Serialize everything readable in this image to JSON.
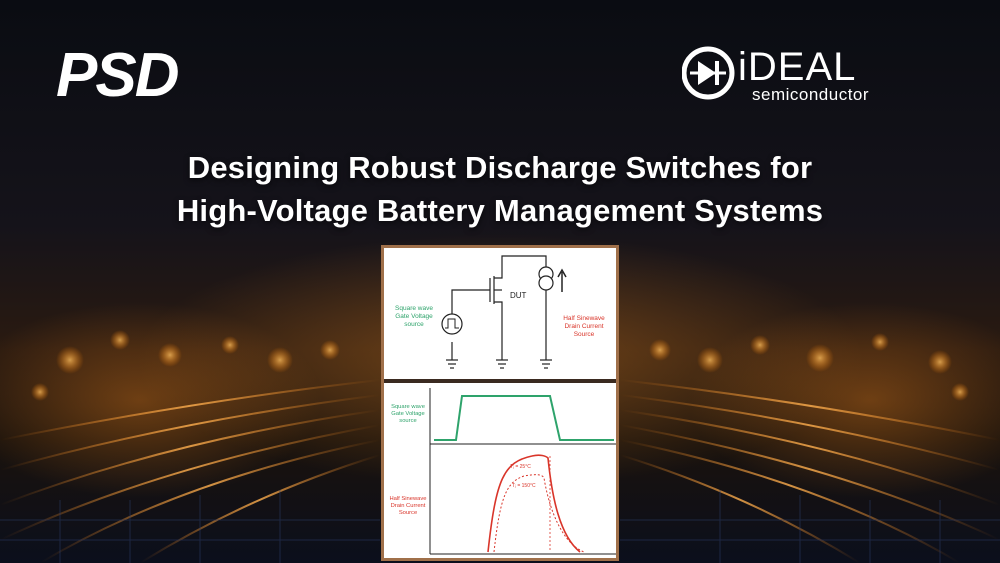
{
  "brand": {
    "left_logo": "PSD",
    "right_logo_main": "iDEAL",
    "right_logo_sub": "semiconductor"
  },
  "headline": {
    "line1": "Designing Robust Discharge Switches for",
    "line2": "High-Voltage Battery Management Systems"
  },
  "figure": {
    "circuit": {
      "gate_label_lines": [
        "Square wave",
        "Gate Voltage",
        "source"
      ],
      "dut_label": "DUT",
      "drain_label_lines": [
        "Half Sinewave",
        "Drain Current",
        "Source"
      ]
    },
    "waveforms": {
      "gate_label_lines": [
        "Square wave",
        "Gate Voltage",
        "source"
      ],
      "drain_label_lines": [
        "Half Sinewave",
        "Drain Current",
        "Source"
      ],
      "temp_label_1": "Tⱼ = 25°C",
      "temp_label_2": "Tⱼ = 150°C"
    }
  },
  "colors": {
    "accent_orange": "#ff9a2a",
    "gate_trace": "#2ea36b",
    "drain_trace": "#d9352a",
    "figure_frame": "#a0704a"
  }
}
